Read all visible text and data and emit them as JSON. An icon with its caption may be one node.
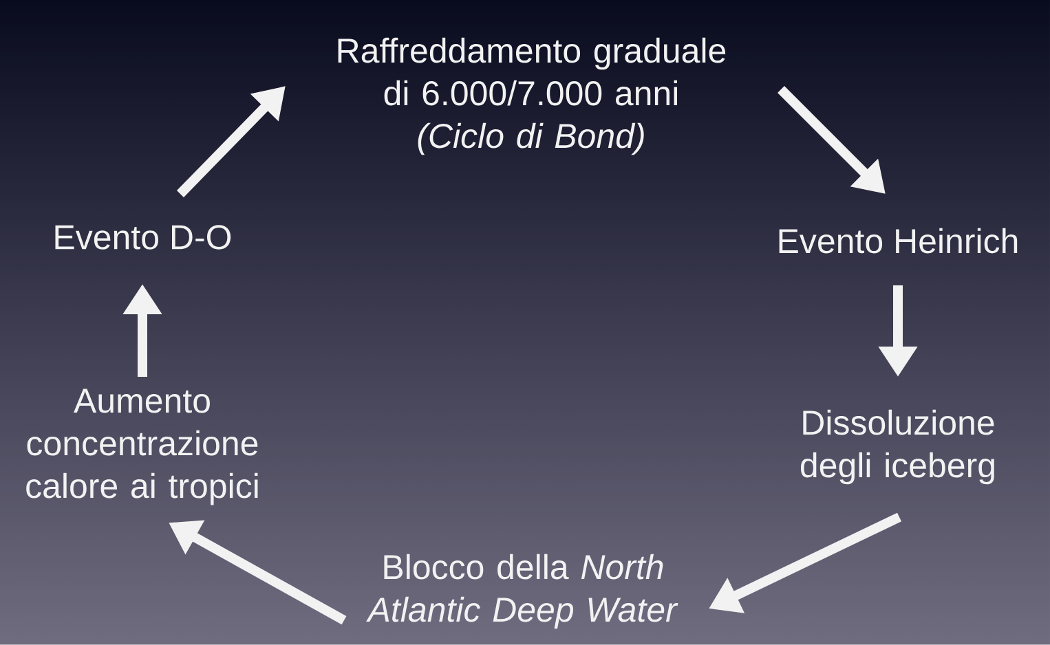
{
  "diagram": {
    "nodes": [
      {
        "text": [
          "Raffreddamento graduale di 6.000/7.000 anni",
          "(Ciclo di Bond)"
        ]
      },
      {
        "text": [
          "Evento Heinrich"
        ]
      },
      {
        "text": [
          "Dissoluzione degli iceberg"
        ]
      },
      {
        "text": [
          "Blocco della *North Atlantic Deep Water*"
        ]
      },
      {
        "text": [
          "Aumento concentrazione calore ai tropici"
        ]
      },
      {
        "text": [
          "Evento D-O"
        ]
      }
    ],
    "edges": [
      {
        "from": 0,
        "to": 1,
        "arrow": "to"
      },
      {
        "from": 1,
        "to": 2,
        "arrow": "to"
      },
      {
        "from": 2,
        "to": 3,
        "arrow": "to"
      },
      {
        "from": 3,
        "to": 4,
        "arrow": "to"
      },
      {
        "from": 4,
        "to": 5,
        "arrow": "to"
      },
      {
        "from": 5,
        "to": 0,
        "arrow": "to"
      }
    ]
  }
}
